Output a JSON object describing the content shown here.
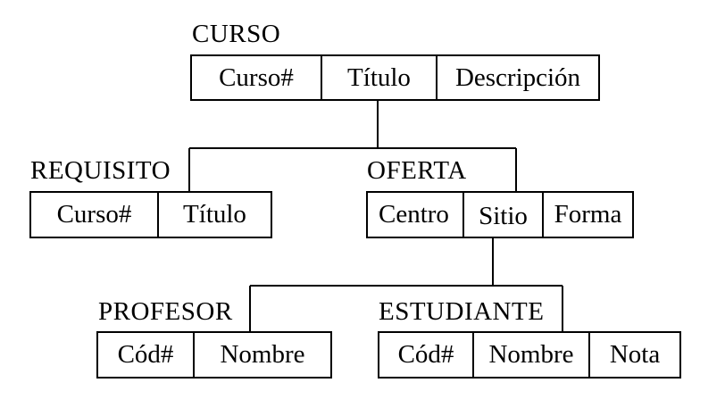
{
  "entities": {
    "curso": {
      "name": "CURSO",
      "fields": [
        "Curso#",
        "Título",
        "Descripción"
      ]
    },
    "requisito": {
      "name": "REQUISITO",
      "fields": [
        "Curso#",
        "Título"
      ]
    },
    "oferta": {
      "name": "OFERTA",
      "fields": [
        "Centro",
        "Sitio",
        "Forma"
      ]
    },
    "profesor": {
      "name": "PROFESOR",
      "fields": [
        "Cód#",
        "Nombre"
      ]
    },
    "estudiante": {
      "name": "ESTUDIANTE",
      "fields": [
        "Cód#",
        "Nombre",
        "Nota"
      ]
    }
  },
  "colors": {
    "line": "#000000",
    "background": "#ffffff"
  }
}
